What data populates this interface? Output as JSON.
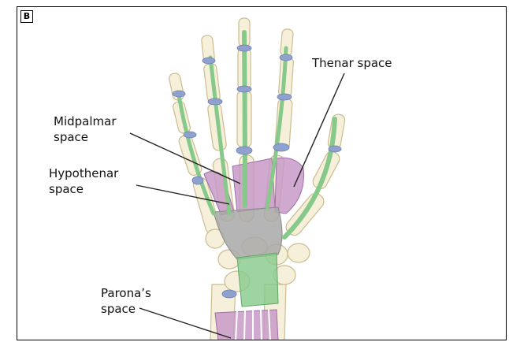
{
  "panel": {
    "tag": "B"
  },
  "labels": {
    "thenar": "Thenar space",
    "midpalmar_l1": "Midpalmar",
    "midpalmar_l2": "space",
    "hypothenar_l1": "Hypothenar",
    "hypothenar_l2": "space",
    "parona_l1": "Parona’s",
    "parona_l2": "space"
  },
  "colors": {
    "bone": "#f6efd9",
    "bone_edge": "#cbbd90",
    "tendon_green": "#86c98a",
    "sheath_blue": "#8fa2cf",
    "space_purple": "#c79ac7",
    "retinaculum_gray": "#a8a8a8",
    "leader": "#222222"
  }
}
